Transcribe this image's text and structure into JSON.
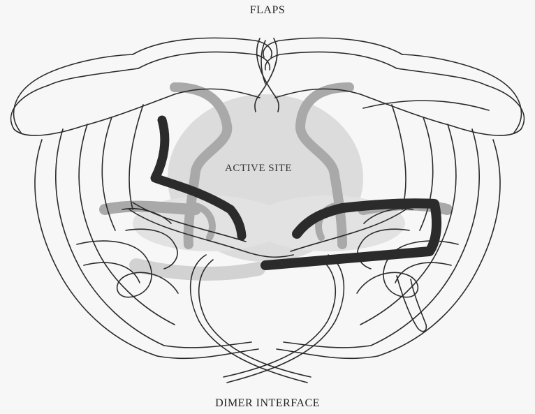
{
  "labels": {
    "top": "FLAPS",
    "center": "ACTIVE SITE",
    "bottom": "DIMER INTERFACE"
  },
  "colors": {
    "background": "#f7f7f7",
    "ribbon_outline": "#2a2a2a",
    "active_site_blob": "#d9d9d9",
    "gray_strands": "#a9a9a9",
    "dark_strands": "#2b2b2b"
  }
}
